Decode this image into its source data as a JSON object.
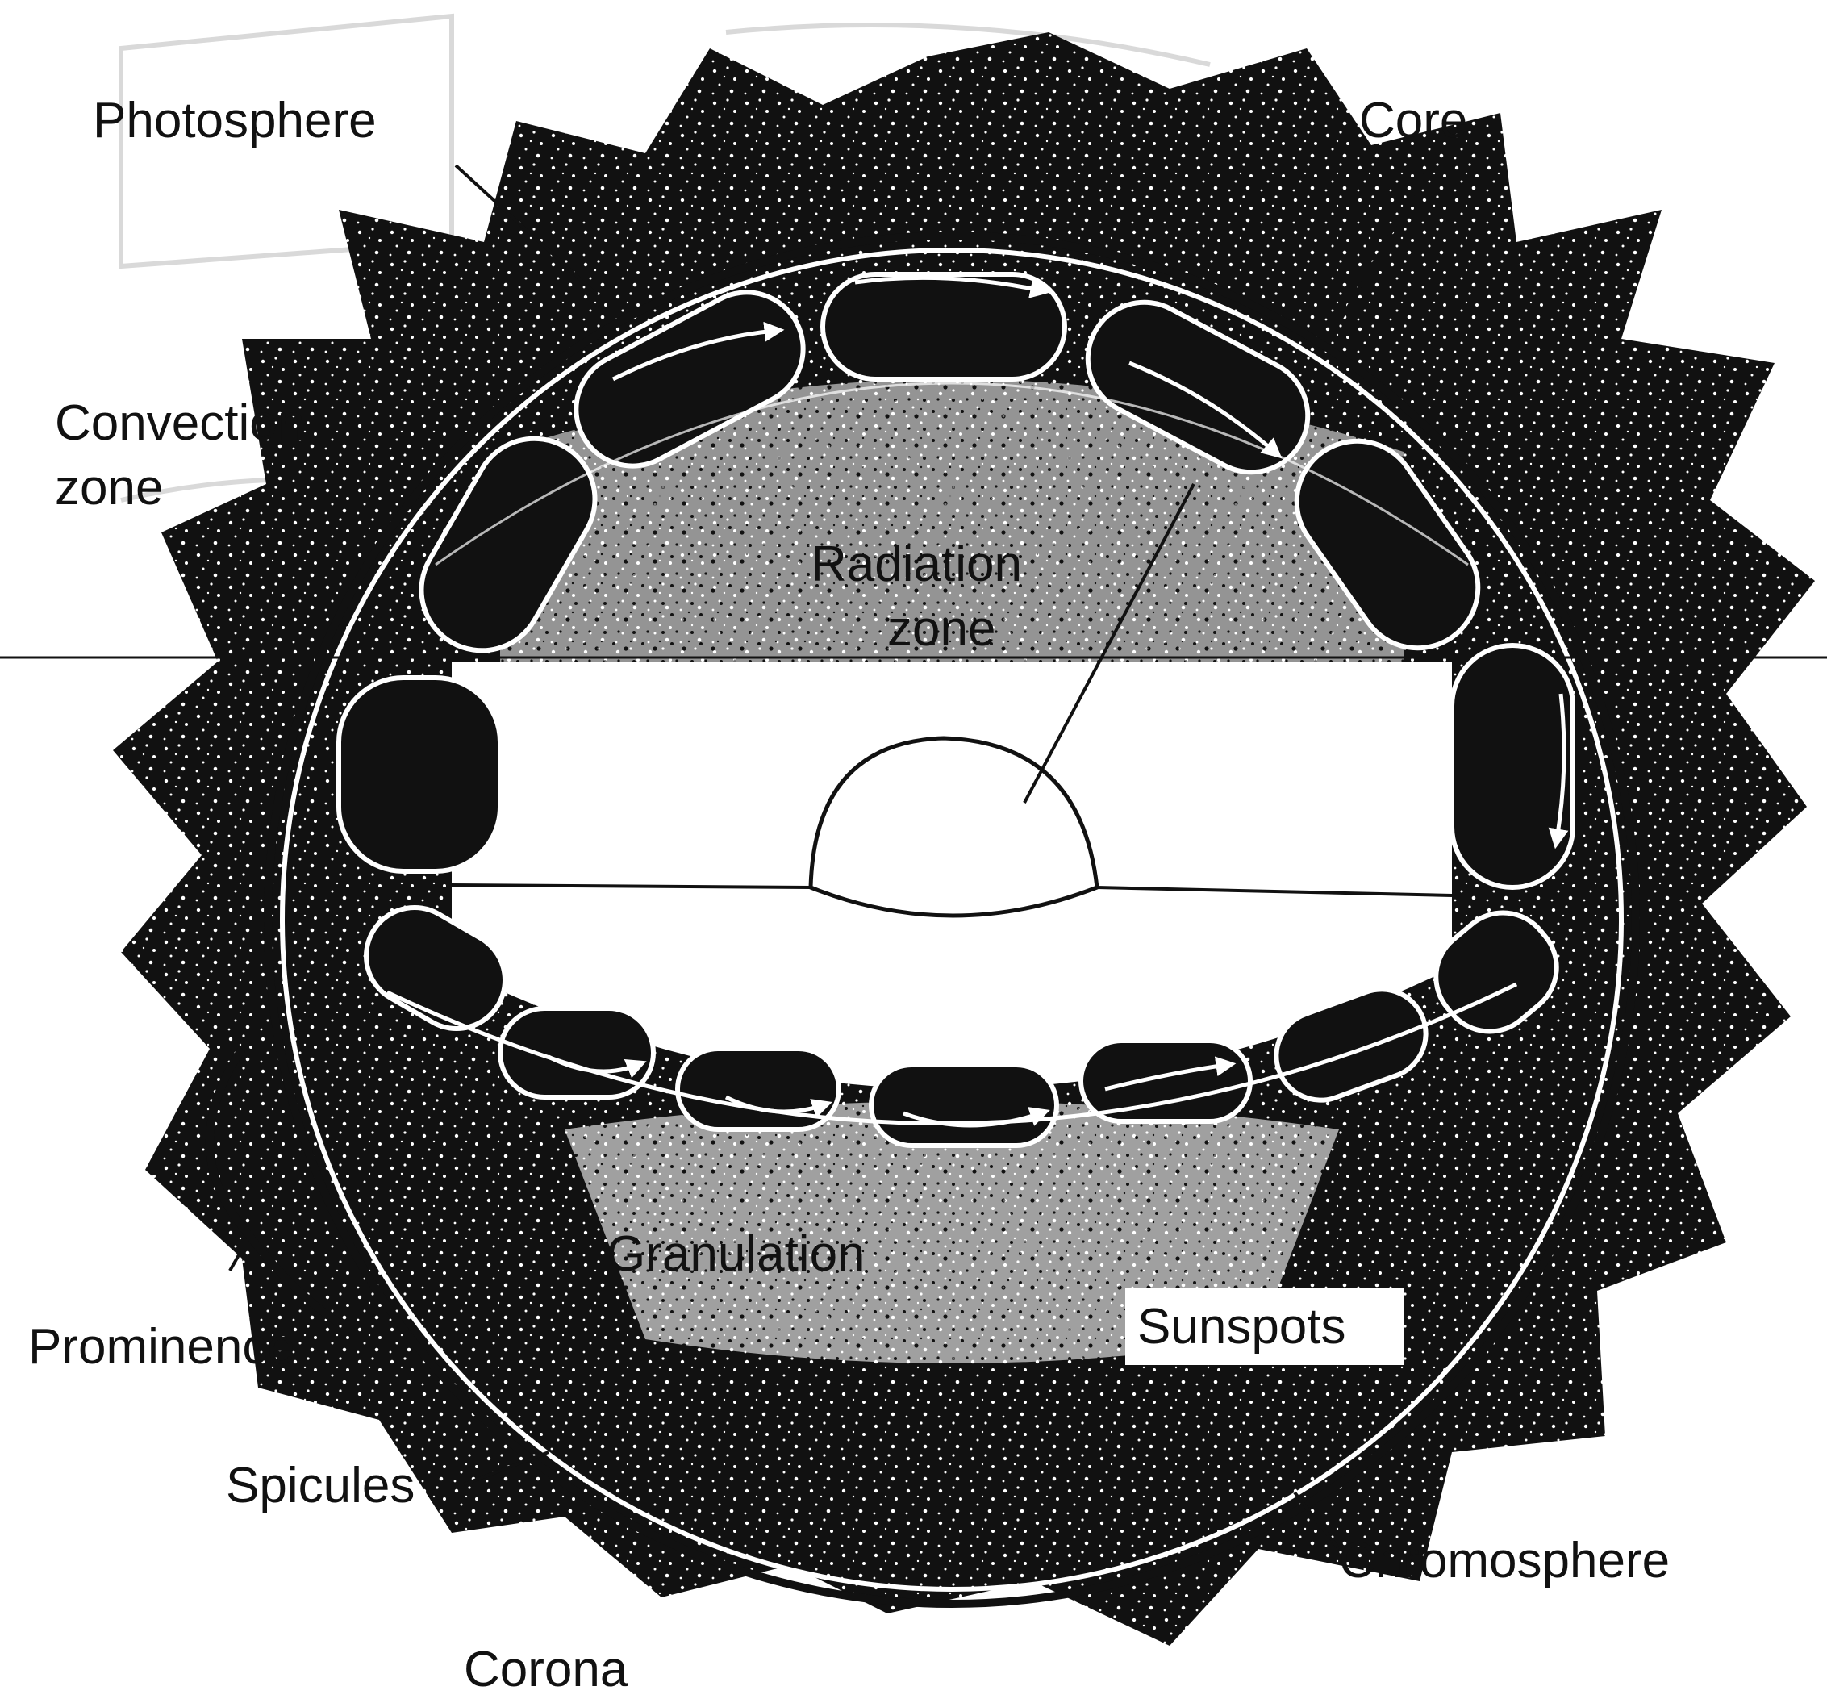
{
  "diagram": {
    "labels": {
      "photosphere": "Photosphere",
      "core": "Core",
      "convection_line1": "Convection",
      "convection_line2": "zone",
      "radiation_line1": "Radiation",
      "radiation_line2": "zone",
      "granulation": "Granulation",
      "sunspots": "Sunspots",
      "prominence": "Prominence",
      "spicules": "Spicules",
      "chromosphere": "Chromosphere",
      "corona": "Corona"
    },
    "colors": {
      "ink": "#111111",
      "paper": "#ffffff",
      "watermark": "#d9d9d9"
    }
  }
}
